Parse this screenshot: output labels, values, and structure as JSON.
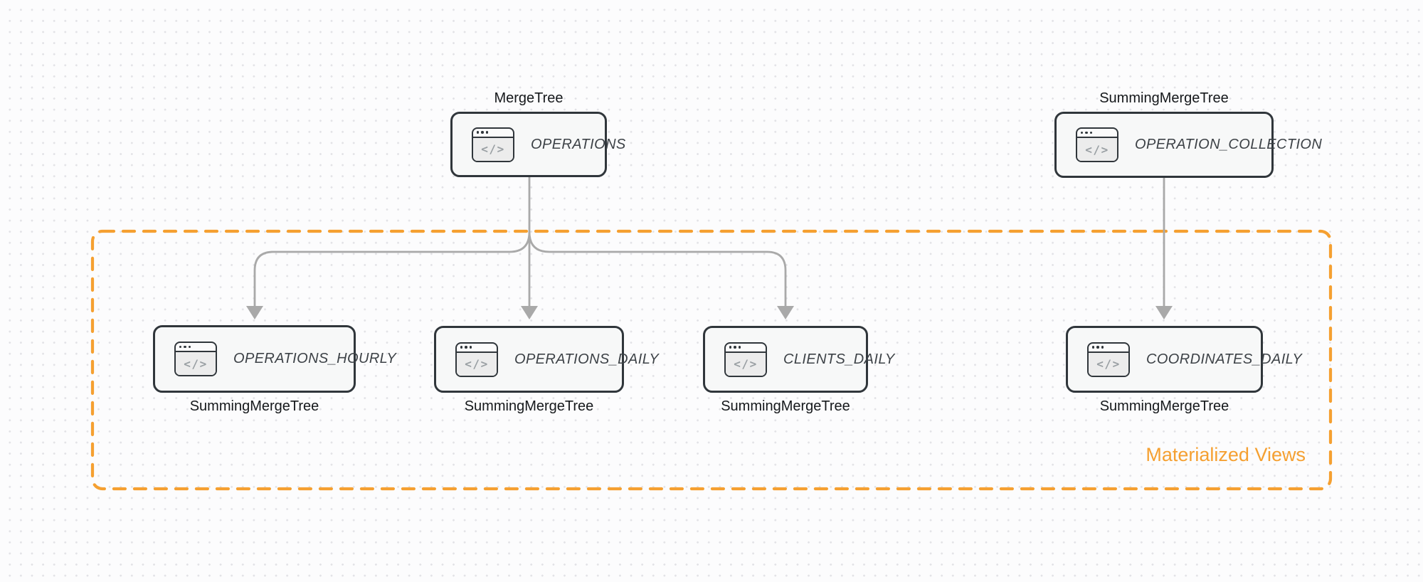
{
  "diagram": {
    "group": {
      "label": "Materialized Views",
      "border_color": "#F5A031"
    },
    "nodes": [
      {
        "id": "operations",
        "title": "OPERATIONS",
        "engine": "MergeTree",
        "engine_position": "top"
      },
      {
        "id": "operation-collection",
        "title": "OPERATION_COLLECTION",
        "engine": "SummingMergeTree",
        "engine_position": "top"
      },
      {
        "id": "operations-hourly",
        "title": "OPERATIONS_HOURLY",
        "engine": "SummingMergeTree",
        "engine_position": "bottom"
      },
      {
        "id": "operations-daily",
        "title": "OPERATIONS_DAILY",
        "engine": "SummingMergeTree",
        "engine_position": "bottom"
      },
      {
        "id": "clients-daily",
        "title": "CLIENTS_DAILY",
        "engine": "SummingMergeTree",
        "engine_position": "bottom"
      },
      {
        "id": "coordinates-daily",
        "title": "COORDINATES_DAILY",
        "engine": "SummingMergeTree",
        "engine_position": "bottom"
      }
    ],
    "edges": [
      {
        "from": "operations",
        "to": "operations-hourly"
      },
      {
        "from": "operations",
        "to": "operations-daily"
      },
      {
        "from": "operations",
        "to": "clients-daily"
      },
      {
        "from": "operation-collection",
        "to": "coordinates-daily"
      }
    ],
    "icons": {
      "code_window_glyph": "</>"
    },
    "colors": {
      "accent_orange": "#F5A031",
      "node_border": "#30363B",
      "node_fill": "#F7F8F8",
      "arrow_gray": "#A9A9A9",
      "canvas_dot": "#E2E2E6"
    }
  }
}
